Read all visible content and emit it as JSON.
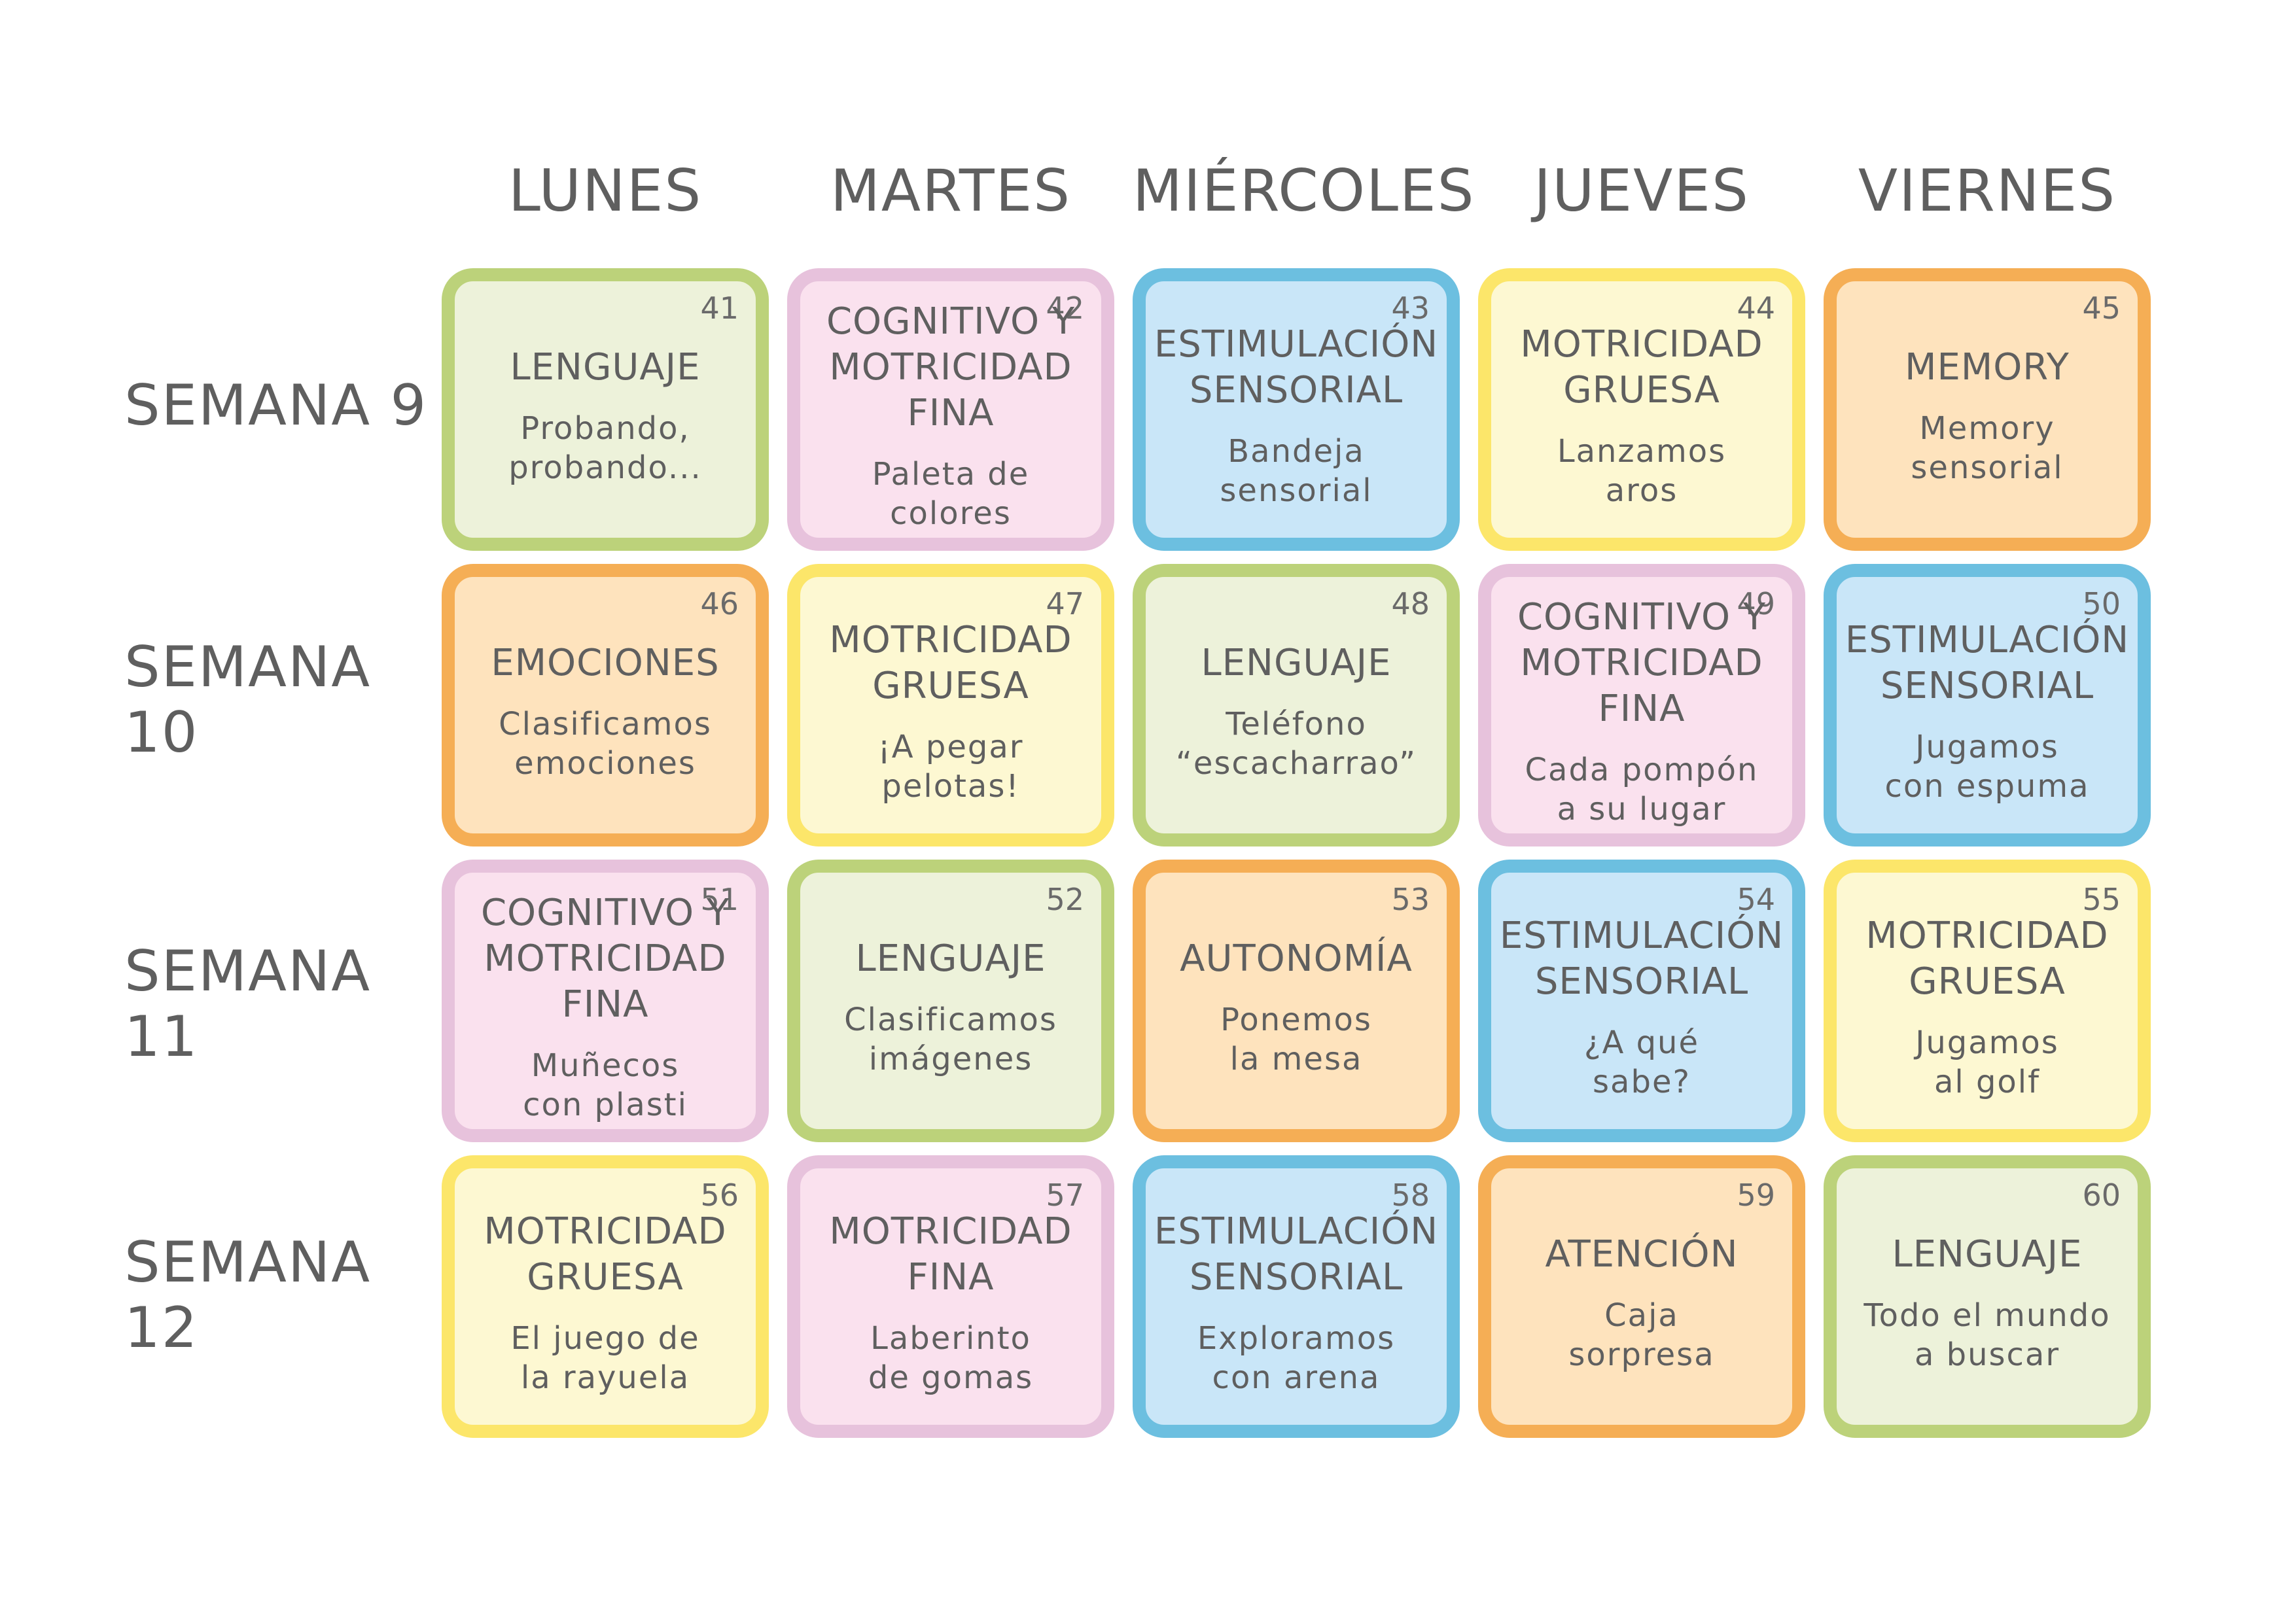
{
  "days": [
    "LUNES",
    "MARTES",
    "MIÉRCOLES",
    "JUEVES",
    "VIERNES"
  ],
  "weeks": [
    "SEMANA 9",
    "SEMANA 10",
    "SEMANA 11",
    "SEMANA 12"
  ],
  "palette": {
    "green": {
      "fill": "#edf2da",
      "border": "#bcd27a"
    },
    "pink": {
      "fill": "#fae1ee",
      "border": "#e7c2dc"
    },
    "blue": {
      "fill": "#c9e6f8",
      "border": "#6cbfe0"
    },
    "yellow": {
      "fill": "#fdf8d2",
      "border": "#fce66a"
    },
    "orange": {
      "fill": "#fee3bd",
      "border": "#f5ae55"
    }
  },
  "cards": [
    {
      "num": "41",
      "category": "LENGUAJE",
      "activity": "Probando,\nprobando...",
      "color": "green"
    },
    {
      "num": "42",
      "category": "COGNITIVO Y\nMOTRICIDAD FINA",
      "activity": "Paleta de\ncolores",
      "color": "pink"
    },
    {
      "num": "43",
      "category": "ESTIMULACIÓN\nSENSORIAL",
      "activity": "Bandeja\nsensorial",
      "color": "blue"
    },
    {
      "num": "44",
      "category": "MOTRICIDAD\nGRUESA",
      "activity": "Lanzamos\naros",
      "color": "yellow"
    },
    {
      "num": "45",
      "category": "MEMORY",
      "activity": "Memory\nsensorial",
      "color": "orange"
    },
    {
      "num": "46",
      "category": "EMOCIONES",
      "activity": "Clasificamos\nemociones",
      "color": "orange"
    },
    {
      "num": "47",
      "category": "MOTRICIDAD\nGRUESA",
      "activity": "¡A pegar\npelotas!",
      "color": "yellow"
    },
    {
      "num": "48",
      "category": "LENGUAJE",
      "activity": "Teléfono\n“escacharrao”",
      "color": "green"
    },
    {
      "num": "49",
      "category": "COGNITIVO Y\nMOTRICIDAD FINA",
      "activity": "Cada pompón\na su lugar",
      "color": "pink"
    },
    {
      "num": "50",
      "category": "ESTIMULACIÓN\nSENSORIAL",
      "activity": "Jugamos\ncon espuma",
      "color": "blue"
    },
    {
      "num": "51",
      "category": "COGNITIVO Y\nMOTRICIDAD FINA",
      "activity": "Muñecos\ncon plasti",
      "color": "pink"
    },
    {
      "num": "52",
      "category": "LENGUAJE",
      "activity": "Clasificamos\nimágenes",
      "color": "green"
    },
    {
      "num": "53",
      "category": "AUTONOMÍA",
      "activity": "Ponemos\nla mesa",
      "color": "orange"
    },
    {
      "num": "54",
      "category": "ESTIMULACIÓN\nSENSORIAL",
      "activity": "¿A qué\nsabe?",
      "color": "blue"
    },
    {
      "num": "55",
      "category": "MOTRICIDAD\nGRUESA",
      "activity": "Jugamos\nal golf",
      "color": "yellow"
    },
    {
      "num": "56",
      "category": "MOTRICIDAD\nGRUESA",
      "activity": "El juego de\nla rayuela",
      "color": "yellow"
    },
    {
      "num": "57",
      "category": "MOTRICIDAD FINA",
      "activity": "Laberinto\nde gomas",
      "color": "pink"
    },
    {
      "num": "58",
      "category": "ESTIMULACIÓN\nSENSORIAL",
      "activity": "Exploramos\ncon arena",
      "color": "blue"
    },
    {
      "num": "59",
      "category": "ATENCIÓN",
      "activity": "Caja\nsorpresa",
      "color": "orange"
    },
    {
      "num": "60",
      "category": "LENGUAJE",
      "activity": "Todo el mundo\na buscar",
      "color": "green"
    }
  ]
}
